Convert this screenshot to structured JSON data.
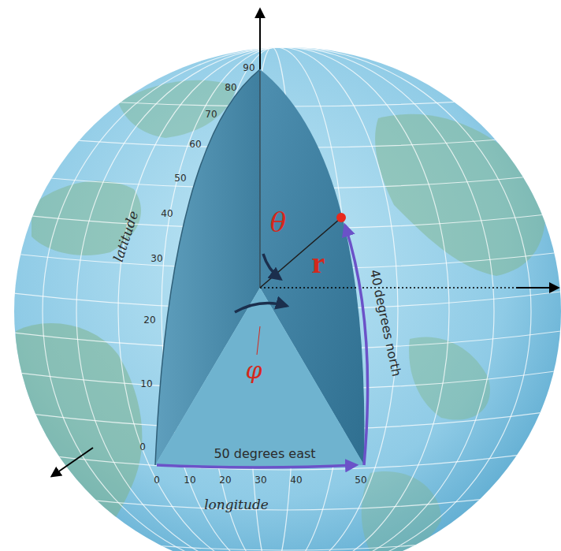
{
  "diagram": {
    "labels": [
      "90",
      "80",
      "70",
      "60",
      "50",
      "40",
      "30",
      "20",
      "10",
      "0",
      "latitude",
      "θ",
      "r",
      "40 degrees north",
      "φ",
      "50 degrees east",
      "0",
      "10",
      "20",
      "30",
      "40",
      "50",
      "longitude"
    ]
  }
}
